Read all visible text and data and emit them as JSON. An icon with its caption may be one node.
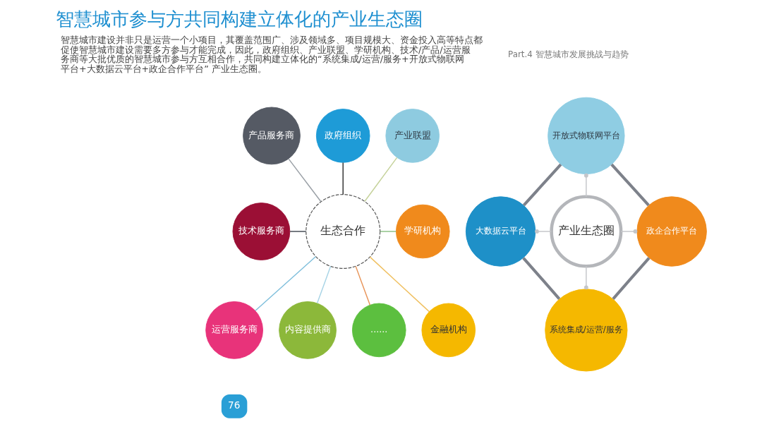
{
  "diagram": {
    "title": "智慧城市参与方共同构建立体化的产业生态圈",
    "nodes": [
      {
        "text": [
          "生态合作"
        ]
      },
      {
        "text": [
          "产品服务商"
        ]
      },
      {
        "text": [
          "政府组织"
        ]
      },
      {
        "text": [
          "产业联盟"
        ]
      },
      {
        "text": [
          "技术服务商"
        ]
      },
      {
        "text": [
          "学研机构"
        ]
      },
      {
        "text": [
          "运营服务商"
        ]
      },
      {
        "text": [
          "内容提供商"
        ]
      },
      {
        "text": [
          "......"
        ]
      },
      {
        "text": [
          "金融机构"
        ]
      },
      {
        "text": [
          "产业生态圈"
        ]
      },
      {
        "text": [
          "开放式物联网平台"
        ]
      },
      {
        "text": [
          "大数据云平台"
        ]
      },
      {
        "text": [
          "政企合作平台"
        ]
      },
      {
        "text": [
          "系统集成/运营/服务"
        ]
      }
    ],
    "edges": [
      {
        "from": 1,
        "to": 0,
        "arrow": "none",
        "color": "#9aa0a6"
      },
      {
        "from": 2,
        "to": 0,
        "arrow": "none",
        "color": "#333333"
      },
      {
        "from": 3,
        "to": 0,
        "arrow": "none",
        "color": "#c5d29a"
      },
      {
        "from": 4,
        "to": 0,
        "arrow": "none",
        "color": "#444a52"
      },
      {
        "from": 0,
        "to": 5,
        "arrow": "none",
        "color": "#8cc084"
      },
      {
        "from": 0,
        "to": 6,
        "arrow": "none",
        "color": "#7fbfdc"
      },
      {
        "from": 0,
        "to": 7,
        "arrow": "none",
        "color": "#a8d4e6"
      },
      {
        "from": 0,
        "to": 8,
        "arrow": "none",
        "color": "#e8955a"
      },
      {
        "from": 0,
        "to": 9,
        "arrow": "none",
        "color": "#f0c060"
      },
      {
        "from": 11,
        "to": 10,
        "arrow": "other"
      },
      {
        "from": 12,
        "to": 10,
        "arrow": "other"
      },
      {
        "from": 10,
        "to": 13,
        "arrow": "other"
      },
      {
        "from": 10,
        "to": 14,
        "arrow": "other"
      },
      {
        "from": 11,
        "to": 12,
        "arrow": "none",
        "style": "thick",
        "color": "#7d818a"
      },
      {
        "from": 11,
        "to": 13,
        "arrow": "none",
        "style": "thick",
        "color": "#7d818a"
      },
      {
        "from": 12,
        "to": 14,
        "arrow": "none",
        "style": "thick",
        "color": "#7d818a"
      },
      {
        "from": 13,
        "to": 14,
        "arrow": "none",
        "style": "thick",
        "color": "#7d818a"
      }
    ],
    "labels": [
      "Part.4 智慧城市发展挑战与趋势",
      "智慧城市建设并非只是运营一个小项目，其覆盖范围广、涉及领域多、项目规模大、资金投入高等特点都促使智慧城市建设需要多方参与才能完成，因此，政府组织、产业联盟、学研机构、技术/产品/运营服务商等大批优质的智慧城市参与方互相合作，共同构建立体化的“系统集成/运营/服务+开放式物联网平台+大数据云平台+政企合作平台” 产业生态圈。",
      "76"
    ]
  }
}
